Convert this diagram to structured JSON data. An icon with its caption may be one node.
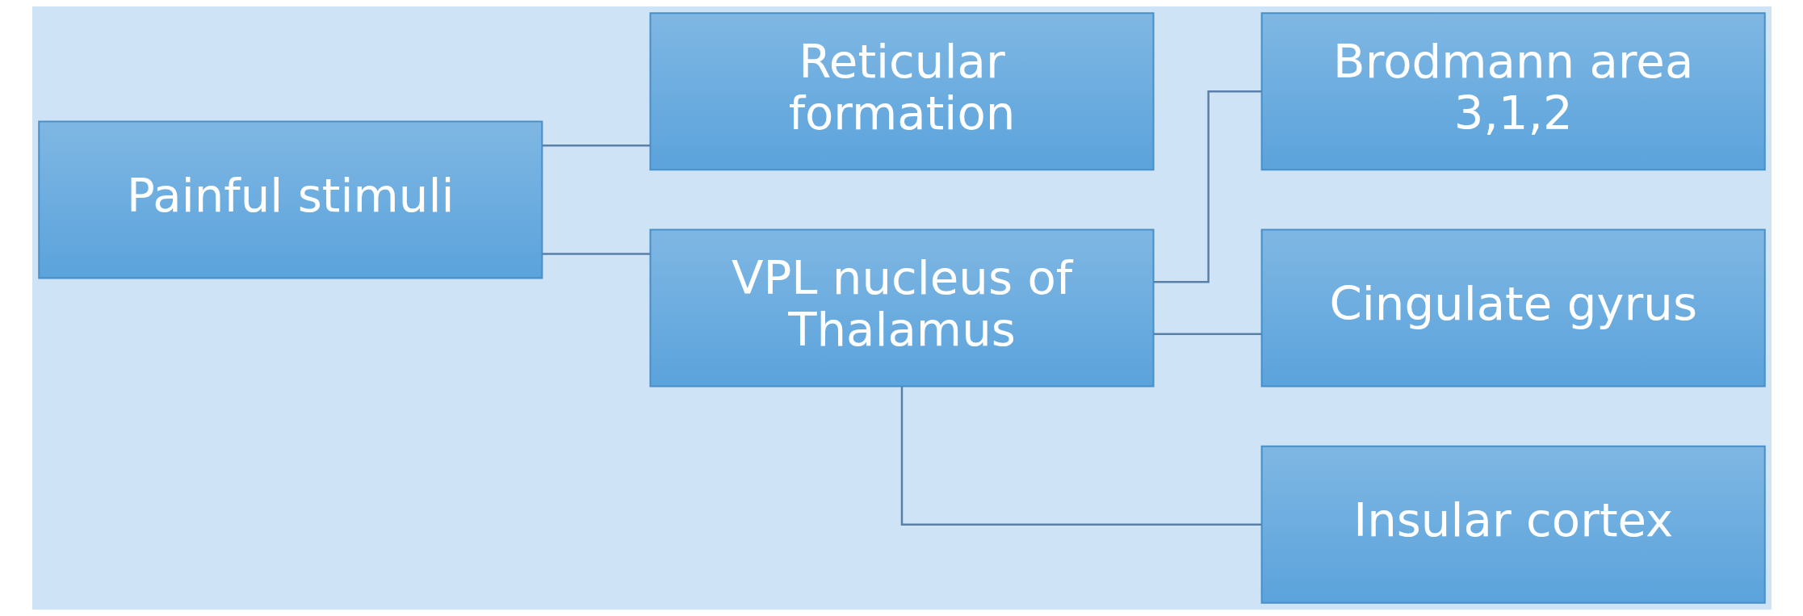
{
  "diagram": {
    "nodes": [
      {
        "text": [
          "Painful stimuli"
        ]
      },
      {
        "text": [
          "Reticular formation"
        ]
      },
      {
        "text": [
          "VPL nucleus of Thalamus"
        ]
      },
      {
        "text": [
          "Brodmann area 3,1,2"
        ]
      },
      {
        "text": [
          "Cingulate gyrus"
        ]
      },
      {
        "text": [
          "Insular cortex"
        ]
      }
    ],
    "edges": [
      {
        "from": 0,
        "to": 1,
        "arrow": "none"
      },
      {
        "from": 0,
        "to": 2,
        "arrow": "none"
      },
      {
        "from": 2,
        "to": 3,
        "arrow": "none"
      },
      {
        "from": 2,
        "to": 4,
        "arrow": "none"
      },
      {
        "from": 2,
        "to": 5,
        "arrow": "none"
      }
    ]
  }
}
